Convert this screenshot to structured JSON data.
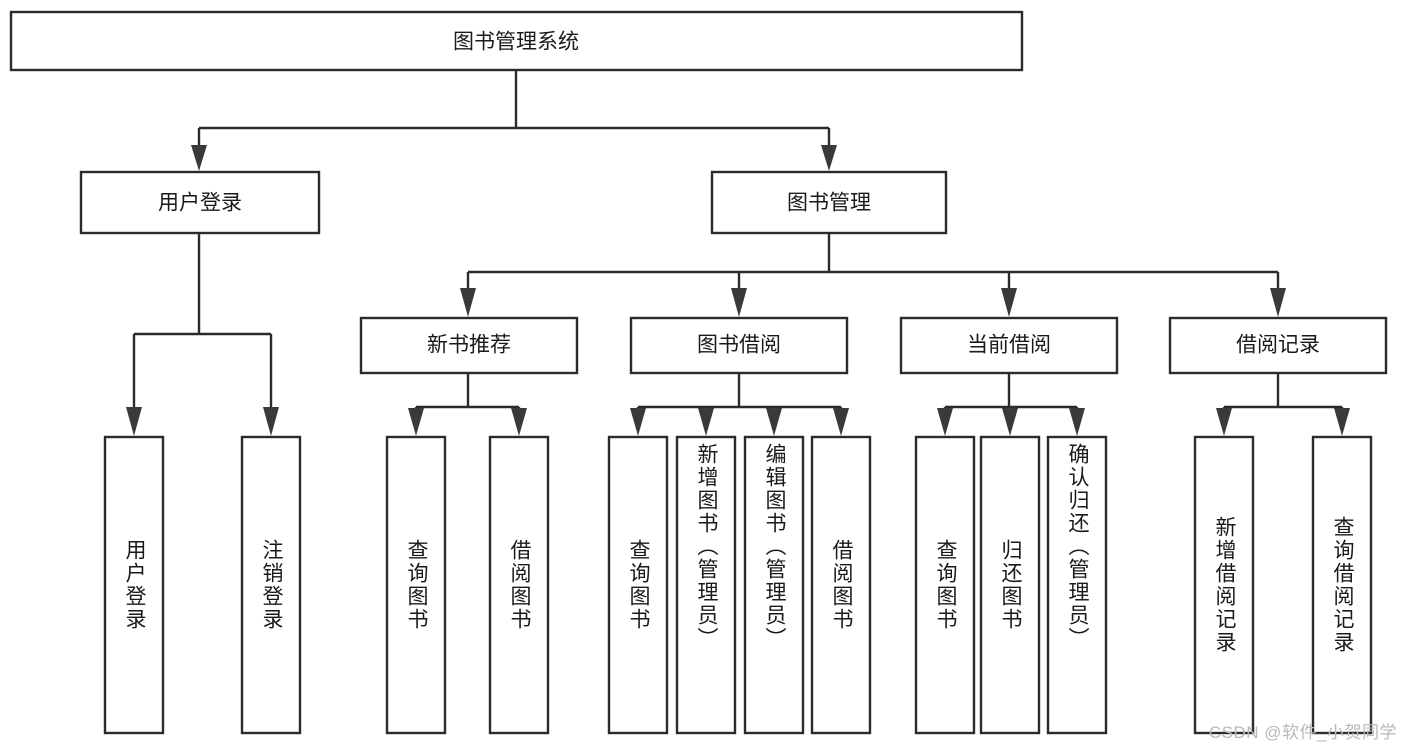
{
  "diagram": {
    "title": "图书管理系统",
    "watermark": "CSDN @软件_小贺同学",
    "type": "tree-hierarchy-diagram",
    "colors": {
      "box_fill": "#ffffff",
      "box_stroke": "#2b2b2b",
      "text": "#1a1a1a",
      "watermark": "#b9b9b9",
      "background": "#ffffff"
    },
    "root": {
      "label": "图书管理系统"
    },
    "level2": [
      {
        "label": "用户登录"
      },
      {
        "label": "图书管理"
      }
    ],
    "level3": [
      {
        "label": "新书推荐"
      },
      {
        "label": "图书借阅"
      },
      {
        "label": "当前借阅"
      },
      {
        "label": "借阅记录"
      }
    ],
    "leaves": {
      "user_login": [
        {
          "label": "用户登录"
        },
        {
          "label": "注销登录"
        }
      ],
      "new_book_recommend": [
        {
          "label": "查询图书"
        },
        {
          "label": "借阅图书"
        }
      ],
      "book_borrow": [
        {
          "label": "查询图书"
        },
        {
          "label": "新增图书（管理员）"
        },
        {
          "label": "编辑图书（管理员）"
        },
        {
          "label": "借阅图书"
        }
      ],
      "current_borrow": [
        {
          "label": "查询图书"
        },
        {
          "label": "归还图书"
        },
        {
          "label": "确认归还（管理员）"
        }
      ],
      "borrow_record": [
        {
          "label": "新增借阅记录"
        },
        {
          "label": "查询借阅记录"
        }
      ]
    }
  }
}
